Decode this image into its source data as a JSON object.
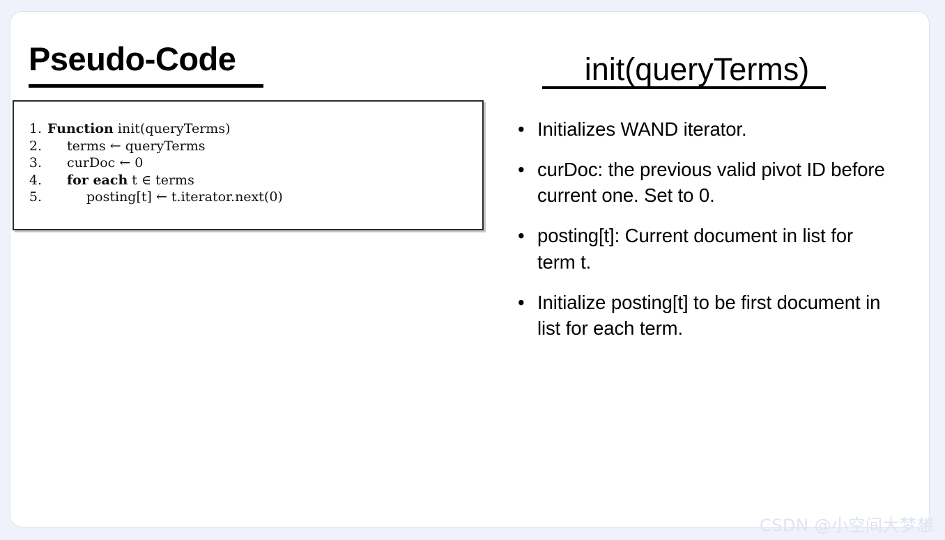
{
  "slide": {
    "left": {
      "title": "Pseudo-Code",
      "pseudocode": {
        "lines": [
          {
            "num": "1.",
            "indent": 0,
            "pre": "Function",
            "post": " init(queryTerms)"
          },
          {
            "num": "2.",
            "indent": 28,
            "pre": "",
            "post": "terms ← queryTerms"
          },
          {
            "num": "3.",
            "indent": 28,
            "pre": "",
            "post": "curDoc ← 0"
          },
          {
            "num": "4.",
            "indent": 28,
            "pre": "for each",
            "post": " t ∈ terms"
          },
          {
            "num": "5.",
            "indent": 56,
            "pre": "",
            "post": "posting[t] ← t.iterator.next(0)"
          }
        ]
      }
    },
    "right": {
      "title": "init(queryTerms)",
      "bullets": [
        {
          "marker": "•",
          "text": "Initializes WAND iterator."
        },
        {
          "marker": "•",
          "text": "curDoc: the previous valid pivot ID before current one. Set to 0."
        },
        {
          "marker": "•",
          "text": "posting[t]: Current document in list for term t."
        },
        {
          "marker": "•",
          "text": "Initialize posting[t] to be first document in list for each term."
        }
      ]
    }
  },
  "watermark": {
    "text": "CSDN @小空间大梦想"
  },
  "colors": {
    "page_background": "#eff1fb",
    "card_background": "#ffffff",
    "card_border": "#dfe3f0",
    "text": "#000000",
    "code_border": "#2b2b2b",
    "watermark": "#dfe3f2"
  }
}
